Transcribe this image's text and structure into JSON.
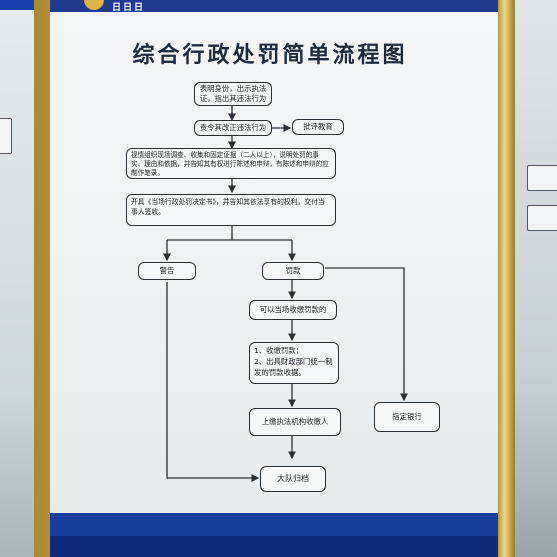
{
  "poster": {
    "title": "综合行政处罚简单流程图",
    "topbar_text": "日日日"
  },
  "flow": {
    "step1": "表明身份，出示执法证，指出其违法行为",
    "step2": "责令其改正违法行为",
    "step2_side": "批评教育",
    "step3": "视情组织现场调查、收集和固定证据（二人以上），说明处罚的事实、理由和依据，并告知其有权进行陈述和申辩，有陈述和申辩的应制作笔录。",
    "step4": "开具《当场行政处罚决定书》，并告知其依法享有的权利，交付当事人签收。",
    "warning": "警告",
    "fine": "罚款",
    "collect_on_site": "可以当场收缴罚款的",
    "collect_steps": "1、收缴罚款；\n2、出具财政部门统一制发的罚款收据。",
    "turn_in": "上缴执法机构收缴人",
    "bank": "指定银行",
    "archive": "大队归档"
  },
  "colors": {
    "frame": "#c9a94b",
    "poster_blue": "#1f3a8f",
    "box_border": "#2a2f35"
  }
}
